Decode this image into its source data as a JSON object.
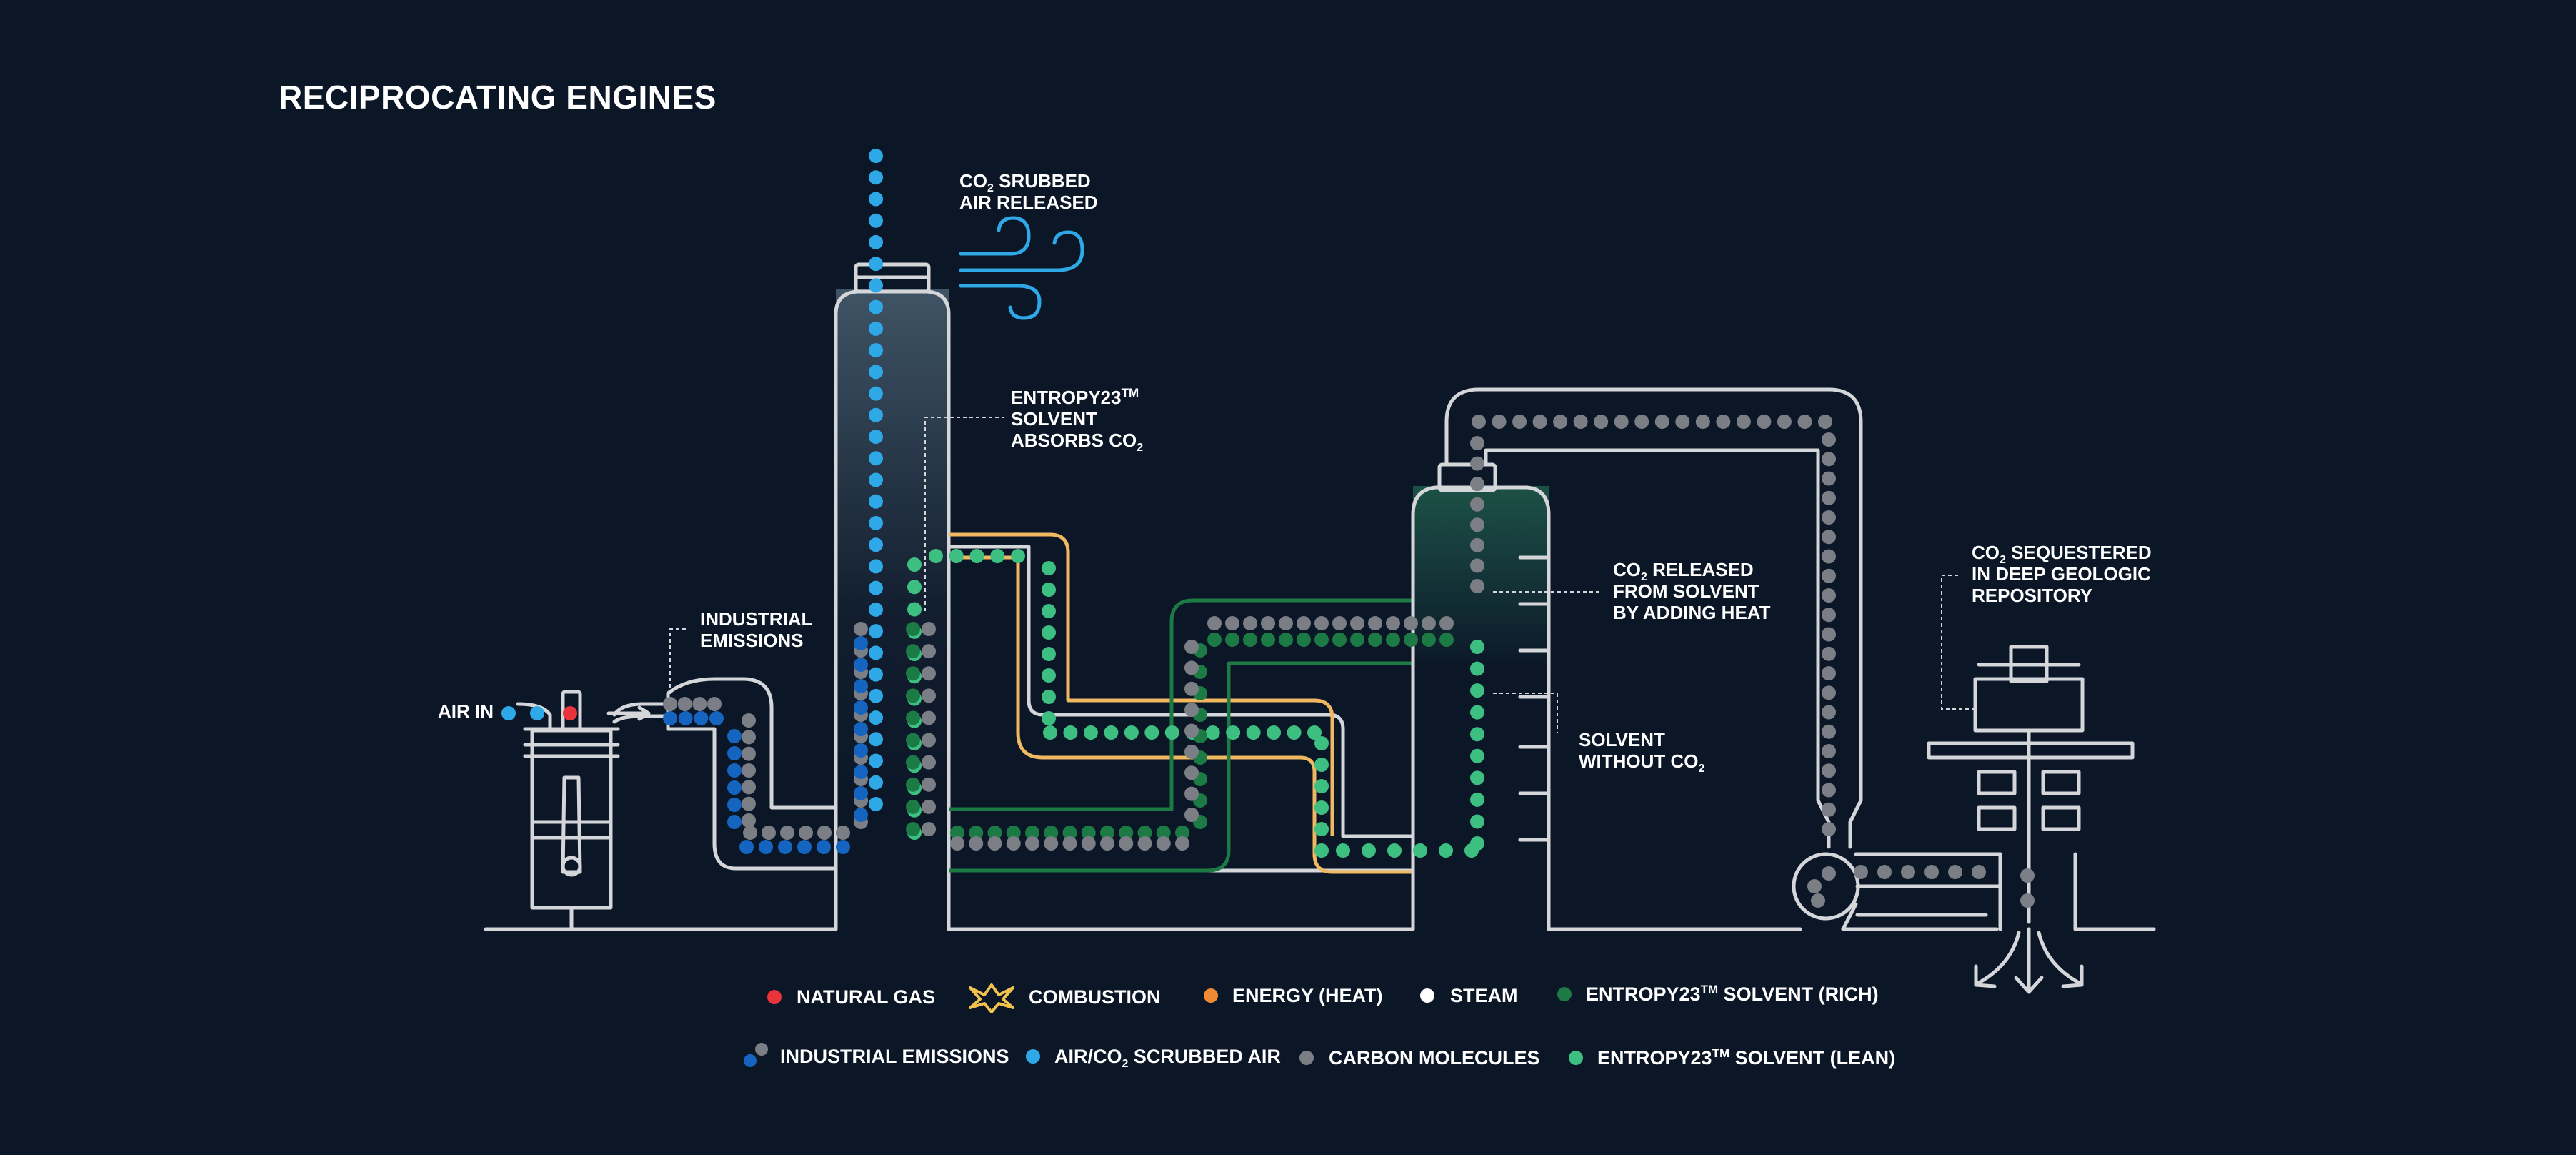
{
  "title": "RECIPROCATING ENGINES",
  "labels": {
    "air_in": "AIR IN",
    "industrial_emissions_1": "INDUSTRIAL",
    "industrial_emissions_2": "EMISSIONS",
    "scrubbed_1a": "CO",
    "scrubbed_1b": "2",
    "scrubbed_1c": " SRUBBED",
    "scrubbed_2": "AIR RELEASED",
    "solvent_absorbs_1a": "ENTROPY23",
    "solvent_absorbs_1b": "TM",
    "solvent_absorbs_2": "SOLVENT",
    "solvent_absorbs_3a": "ABSORBS CO",
    "solvent_absorbs_3b": "2",
    "released_1a": "CO",
    "released_1b": "2",
    "released_1c": " RELEASED",
    "released_2": "FROM SOLVENT",
    "released_3": "BY ADDING HEAT",
    "without_1": "SOLVENT",
    "without_2a": "WITHOUT CO",
    "without_2b": "2",
    "sequestered_1a": "CO",
    "sequestered_1b": "2",
    "sequestered_1c": " SEQUESTERED",
    "sequestered_2": "IN DEEP GEOLOGIC",
    "sequestered_3": "REPOSITORY"
  },
  "legend": {
    "natural_gas": "NATURAL GAS",
    "combustion": "COMBUSTION",
    "energy_heat": "ENERGY (HEAT)",
    "steam": "STEAM",
    "solvent_rich_a": "ENTROPY23",
    "solvent_rich_b": "TM",
    "solvent_rich_c": " SOLVENT (RICH)",
    "industrial_emissions": "INDUSTRIAL EMISSIONS",
    "air_scrubbed_a": "AIR/CO",
    "air_scrubbed_b": "2",
    "air_scrubbed_c": " SCRUBBED AIR",
    "carbon_molecules": "CARBON MOLECULES",
    "solvent_lean_a": "ENTROPY23",
    "solvent_lean_b": "TM",
    "solvent_lean_c": " SOLVENT (LEAN)"
  },
  "colors": {
    "background": "#0b1627",
    "pipe": "#d4d6da",
    "natural_gas": "#e8343a",
    "energy_heat": "#f08a32",
    "combustion": "#f2c24e",
    "steam": "#ffffff",
    "solvent_rich": "#1c7a45",
    "solvent_lean": "#3dbf82",
    "air": "#2ea8e6",
    "emission_blue": "#1565c0",
    "carbon": "#7b7e85",
    "heat_pipe": "#f0b860"
  }
}
